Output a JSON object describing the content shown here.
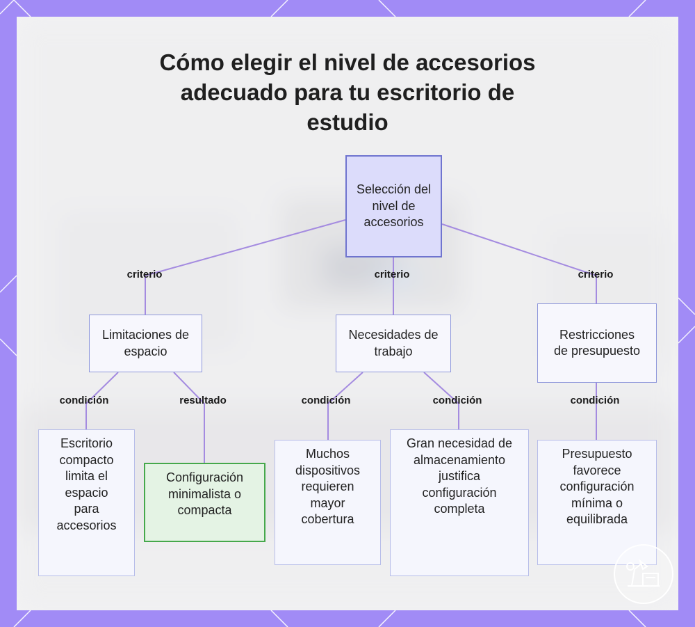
{
  "title": "Cómo elegir el nivel de accesorios adecuado para tu escritorio de estudio",
  "root": {
    "label": "Selección del nivel de accesorios"
  },
  "branches": [
    {
      "label": "Limitaciones de espacio",
      "edge": "criterio"
    },
    {
      "label": "Necesidades de trabajo",
      "edge": "criterio"
    },
    {
      "label": "Restricciones de presupuesto",
      "edge": "criterio"
    }
  ],
  "leaves": [
    {
      "label": "Escritorio compacto limita el espacio para accesorios",
      "edge": "condición"
    },
    {
      "label": "Configuración minimalista o compacta",
      "edge": "resultado"
    },
    {
      "label": "Muchos dispositivos requieren mayor cobertura",
      "edge": "condición"
    },
    {
      "label": "Gran necesidad de almacenamiento justifica configuración completa",
      "edge": "condición"
    },
    {
      "label": "Presupuesto favorece configuración mínima o equilibrada",
      "edge": "condición"
    }
  ],
  "colors": {
    "frame": "#a18bf6",
    "edge": "#a48be0",
    "root_fill": "#dcdcfb",
    "result_fill": "#e4f3e4",
    "result_border": "#45a84b"
  },
  "icons": {
    "badge": "desk-lamp-icon"
  }
}
